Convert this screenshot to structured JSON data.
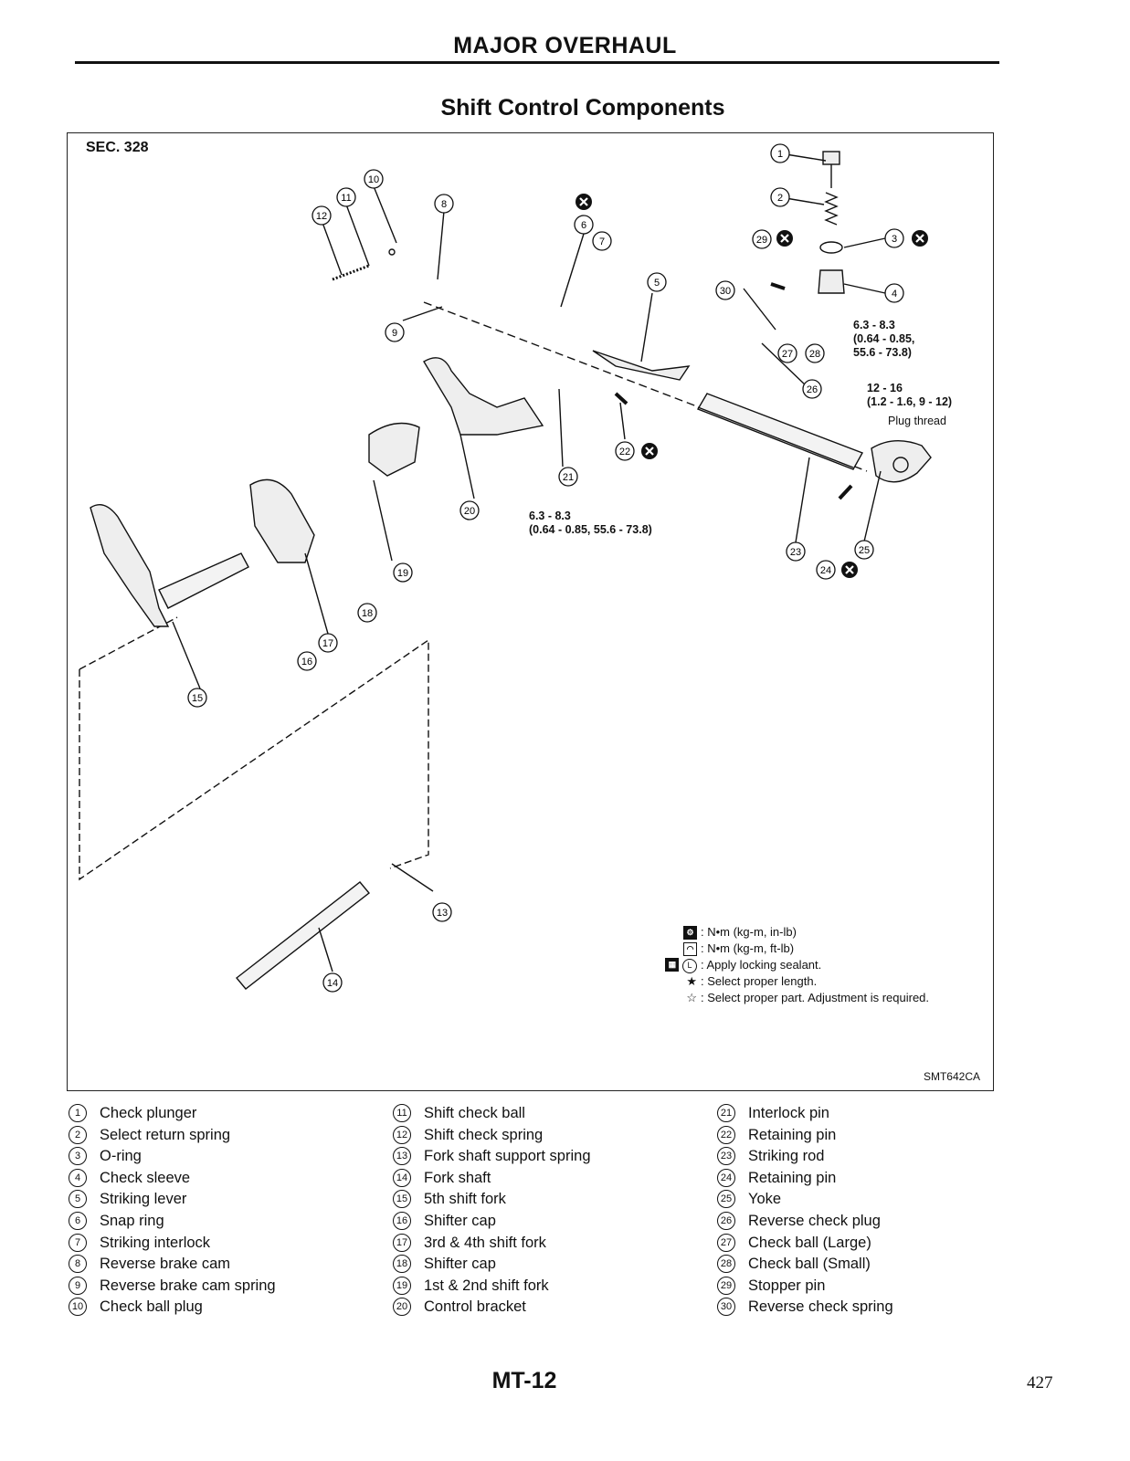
{
  "header": {
    "title": "MAJOR OVERHAUL",
    "section": "Shift Control Components"
  },
  "figure": {
    "sec": "SEC. 328",
    "code": "SMT642CA",
    "torque_a": "6.3 - 8.3\n(0.64 - 0.85,\n55.6 - 73.8)",
    "torque_b": "12 - 16\n(1.2 - 1.6, 9 - 12)",
    "plug_thread": "Plug thread",
    "torque_c": "6.3 - 8.3\n(0.64 - 0.85, 55.6 - 73.8)",
    "callouts": [
      "1",
      "2",
      "3",
      "4",
      "5",
      "6",
      "7",
      "8",
      "9",
      "10",
      "11",
      "12",
      "13",
      "14",
      "15",
      "16",
      "17",
      "18",
      "19",
      "20",
      "21",
      "22",
      "23",
      "24",
      "25",
      "26",
      "27",
      "28",
      "29",
      "30"
    ],
    "legend": [
      {
        "symbol": "",
        "text": ": N•m (kg-m, in-lb)"
      },
      {
        "symbol": "",
        "text": ": N•m (kg-m, ft-lb)"
      },
      {
        "symbol": "",
        "text": ": Apply locking sealant."
      },
      {
        "symbol": "★",
        "text": ": Select proper length."
      },
      {
        "symbol": "☆",
        "text": ": Select proper part. Adjustment is required."
      }
    ]
  },
  "parts": [
    [
      "1",
      "Check plunger"
    ],
    [
      "2",
      "Select return spring"
    ],
    [
      "3",
      "O-ring"
    ],
    [
      "4",
      "Check sleeve"
    ],
    [
      "5",
      "Striking lever"
    ],
    [
      "6",
      "Snap ring"
    ],
    [
      "7",
      "Striking interlock"
    ],
    [
      "8",
      "Reverse brake cam"
    ],
    [
      "9",
      "Reverse brake cam spring"
    ],
    [
      "10",
      "Check ball plug"
    ],
    [
      "11",
      "Shift check ball"
    ],
    [
      "12",
      "Shift check spring"
    ],
    [
      "13",
      "Fork shaft support spring"
    ],
    [
      "14",
      "Fork shaft"
    ],
    [
      "15",
      "5th shift fork"
    ],
    [
      "16",
      "Shifter cap"
    ],
    [
      "17",
      "3rd & 4th shift fork"
    ],
    [
      "18",
      "Shifter cap"
    ],
    [
      "19",
      "1st & 2nd shift fork"
    ],
    [
      "20",
      "Control bracket"
    ],
    [
      "21",
      "Interlock pin"
    ],
    [
      "22",
      "Retaining pin"
    ],
    [
      "23",
      "Striking rod"
    ],
    [
      "24",
      "Retaining pin"
    ],
    [
      "25",
      "Yoke"
    ],
    [
      "26",
      "Reverse check plug"
    ],
    [
      "27",
      "Check ball (Large)"
    ],
    [
      "28",
      "Check ball (Small)"
    ],
    [
      "29",
      "Stopper pin"
    ],
    [
      "30",
      "Reverse check spring"
    ]
  ],
  "footer": {
    "page_id": "MT-12",
    "page_number": "427"
  }
}
